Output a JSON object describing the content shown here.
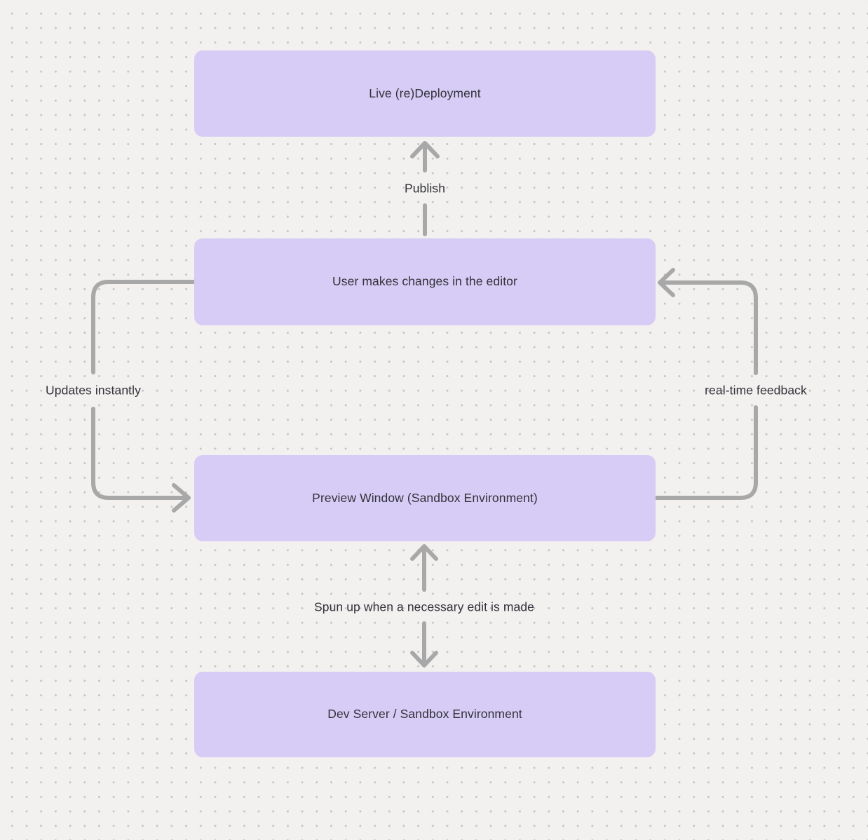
{
  "canvas": {
    "background_color": "#f2f1ef",
    "dot_color": "#c6c6c4",
    "node_fill_color": "#d7ccf5",
    "text_color": "#32323a",
    "arrow_color": "#a8a8a8"
  },
  "nodes": [
    {
      "id": "live-deployment",
      "label": "Live (re)Deployment"
    },
    {
      "id": "editor",
      "label": "User makes changes in the editor"
    },
    {
      "id": "preview",
      "label": "Preview Window (Sandbox Environment)"
    },
    {
      "id": "dev-server",
      "label": "Dev Server / Sandbox Environment"
    }
  ],
  "edges": [
    {
      "id": "publish",
      "label": "Publish",
      "from": "editor",
      "to": "live-deployment",
      "direction": "up"
    },
    {
      "id": "updates-instantly",
      "label": "Updates instantly",
      "from": "editor",
      "to": "preview",
      "direction": "left-loop-down"
    },
    {
      "id": "real-time-feedback",
      "label": "real-time feedback",
      "from": "preview",
      "to": "editor",
      "direction": "right-loop-up"
    },
    {
      "id": "spun-up",
      "label": "Spun up when a necessary edit is made",
      "from": "preview",
      "to": "dev-server",
      "direction": "bidirectional"
    }
  ]
}
